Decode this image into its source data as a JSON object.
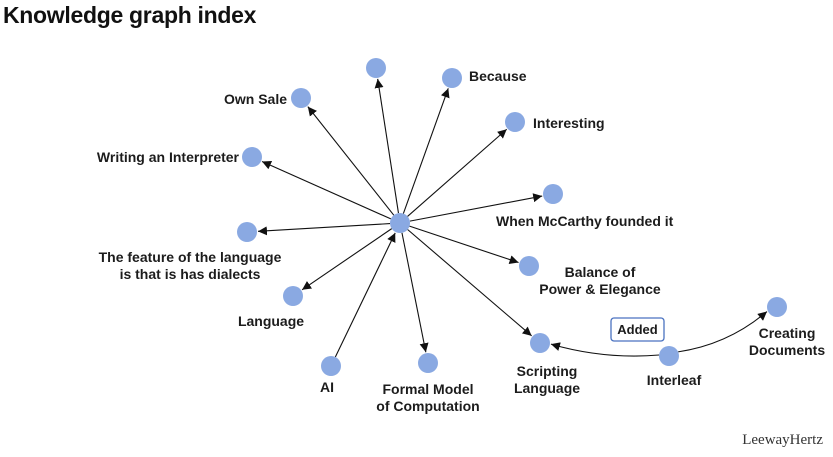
{
  "title": "Knowledge graph index",
  "brand": "LeewayHertz",
  "center_node": "hub",
  "nodes": [
    {
      "id": "hub",
      "label_lines": []
    },
    {
      "id": "top",
      "label_lines": []
    },
    {
      "id": "because",
      "label_lines": [
        "Because"
      ]
    },
    {
      "id": "interesting",
      "label_lines": [
        "Interesting"
      ]
    },
    {
      "id": "mccarthy",
      "label_lines": [
        "When McCarthy founded it"
      ]
    },
    {
      "id": "balance",
      "label_lines": [
        "Balance of",
        "Power & Elegance"
      ]
    },
    {
      "id": "scripting",
      "label_lines": [
        "Scripting",
        "Language"
      ]
    },
    {
      "id": "formal",
      "label_lines": [
        "Formal Model",
        "of Computation"
      ]
    },
    {
      "id": "ai",
      "label_lines": [
        "AI"
      ]
    },
    {
      "id": "language",
      "label_lines": [
        "Language"
      ]
    },
    {
      "id": "dialects",
      "label_lines": [
        "The feature of the language",
        "is that is has dialects"
      ]
    },
    {
      "id": "interpreter",
      "label_lines": [
        "Writing an Interpreter"
      ]
    },
    {
      "id": "ownsale",
      "label_lines": [
        "Own Sale"
      ]
    },
    {
      "id": "interleaf",
      "label_lines": [
        "Interleaf"
      ]
    },
    {
      "id": "creating",
      "label_lines": [
        "Creating",
        "Documents"
      ]
    }
  ],
  "edges": [
    {
      "from": "hub",
      "to": "top"
    },
    {
      "from": "hub",
      "to": "because"
    },
    {
      "from": "hub",
      "to": "interesting"
    },
    {
      "from": "hub",
      "to": "mccarthy"
    },
    {
      "from": "hub",
      "to": "balance"
    },
    {
      "from": "hub",
      "to": "scripting"
    },
    {
      "from": "hub",
      "to": "formal"
    },
    {
      "from": "ai",
      "to": "hub"
    },
    {
      "from": "hub",
      "to": "language"
    },
    {
      "from": "hub",
      "to": "dialects"
    },
    {
      "from": "hub",
      "to": "interpreter"
    },
    {
      "from": "hub",
      "to": "ownsale"
    },
    {
      "from": "interleaf",
      "to": "scripting",
      "curved": true
    },
    {
      "from": "interleaf",
      "to": "creating",
      "curved": true
    }
  ],
  "added_tag": "Added",
  "colors": {
    "node": "#8aa9e2",
    "edge": "#111111",
    "tag_border": "#4a72c0"
  }
}
